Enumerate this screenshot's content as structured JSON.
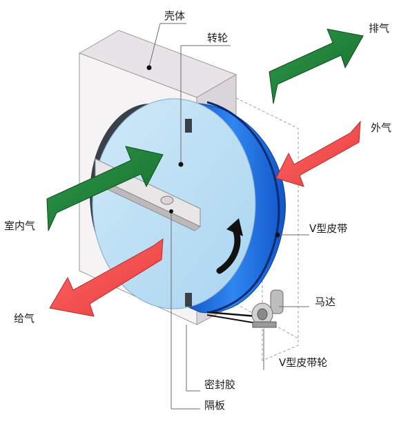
{
  "labels": {
    "casing": "壳体",
    "rotor": "转轮",
    "exhaust": "排气",
    "outdoor_air": "外气",
    "indoor_air": "室内气",
    "v_belt": "V型皮带",
    "motor": "马达",
    "supply_air": "给气",
    "v_belt_pulley": "V型皮带轮",
    "sealant": "密封胶",
    "partition": "隔板"
  },
  "colors": {
    "wheel_face": "#b9def3",
    "wheel_rim": "#1f6fe0",
    "housing": "#f4f1f3",
    "arrow_green": "#1c7a34",
    "arrow_red": "#f04a4a",
    "leader_line": "#6a6a6a"
  }
}
